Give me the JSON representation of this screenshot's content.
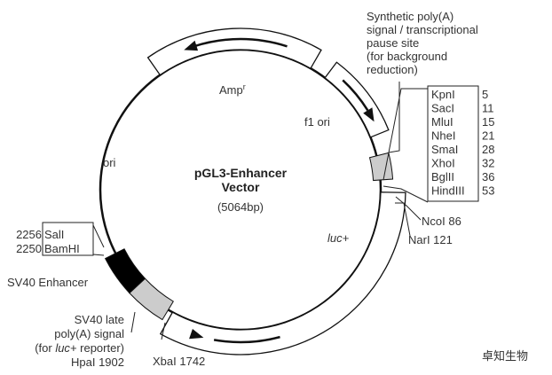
{
  "title": {
    "line1": "pGL3-Enhancer",
    "line2": "Vector",
    "size": "(5064bp)"
  },
  "features": {
    "amp": "Amp",
    "amp_sup": "r",
    "f1ori": "f1 ori",
    "ori": "ori",
    "luc": "luc+",
    "sv40_enhancer": "SV40 Enhancer",
    "sv40_polya": [
      "SV40 late",
      "poly(A) signal",
      "(for ",
      "luc+",
      " reporter)"
    ],
    "synthetic_polya": [
      "Synthetic poly(A)",
      "signal / transcriptional",
      "pause site",
      "(for background",
      "reduction)"
    ]
  },
  "mcs_sites": [
    {
      "name": "KpnI",
      "pos": "5"
    },
    {
      "name": "SacI",
      "pos": "11"
    },
    {
      "name": "MluI",
      "pos": "15"
    },
    {
      "name": "NheI",
      "pos": "21"
    },
    {
      "name": "SmaI",
      "pos": "28"
    },
    {
      "name": "XhoI",
      "pos": "32"
    },
    {
      "name": "BglII",
      "pos": "36"
    },
    {
      "name": "HindIII",
      "pos": "53"
    }
  ],
  "sites": {
    "ncoi": "NcoI 86",
    "nari": "NarI 121",
    "xbai": "XbaI 1742",
    "hpai": "HpaI 1902",
    "sali": {
      "pos": "2256",
      "name": "SalI"
    },
    "bamhi": {
      "pos": "2250",
      "name": "BamHI"
    }
  },
  "watermark": "卓知生物",
  "colors": {
    "line": "#111111",
    "gray": "#cccccc",
    "black": "#000000"
  }
}
